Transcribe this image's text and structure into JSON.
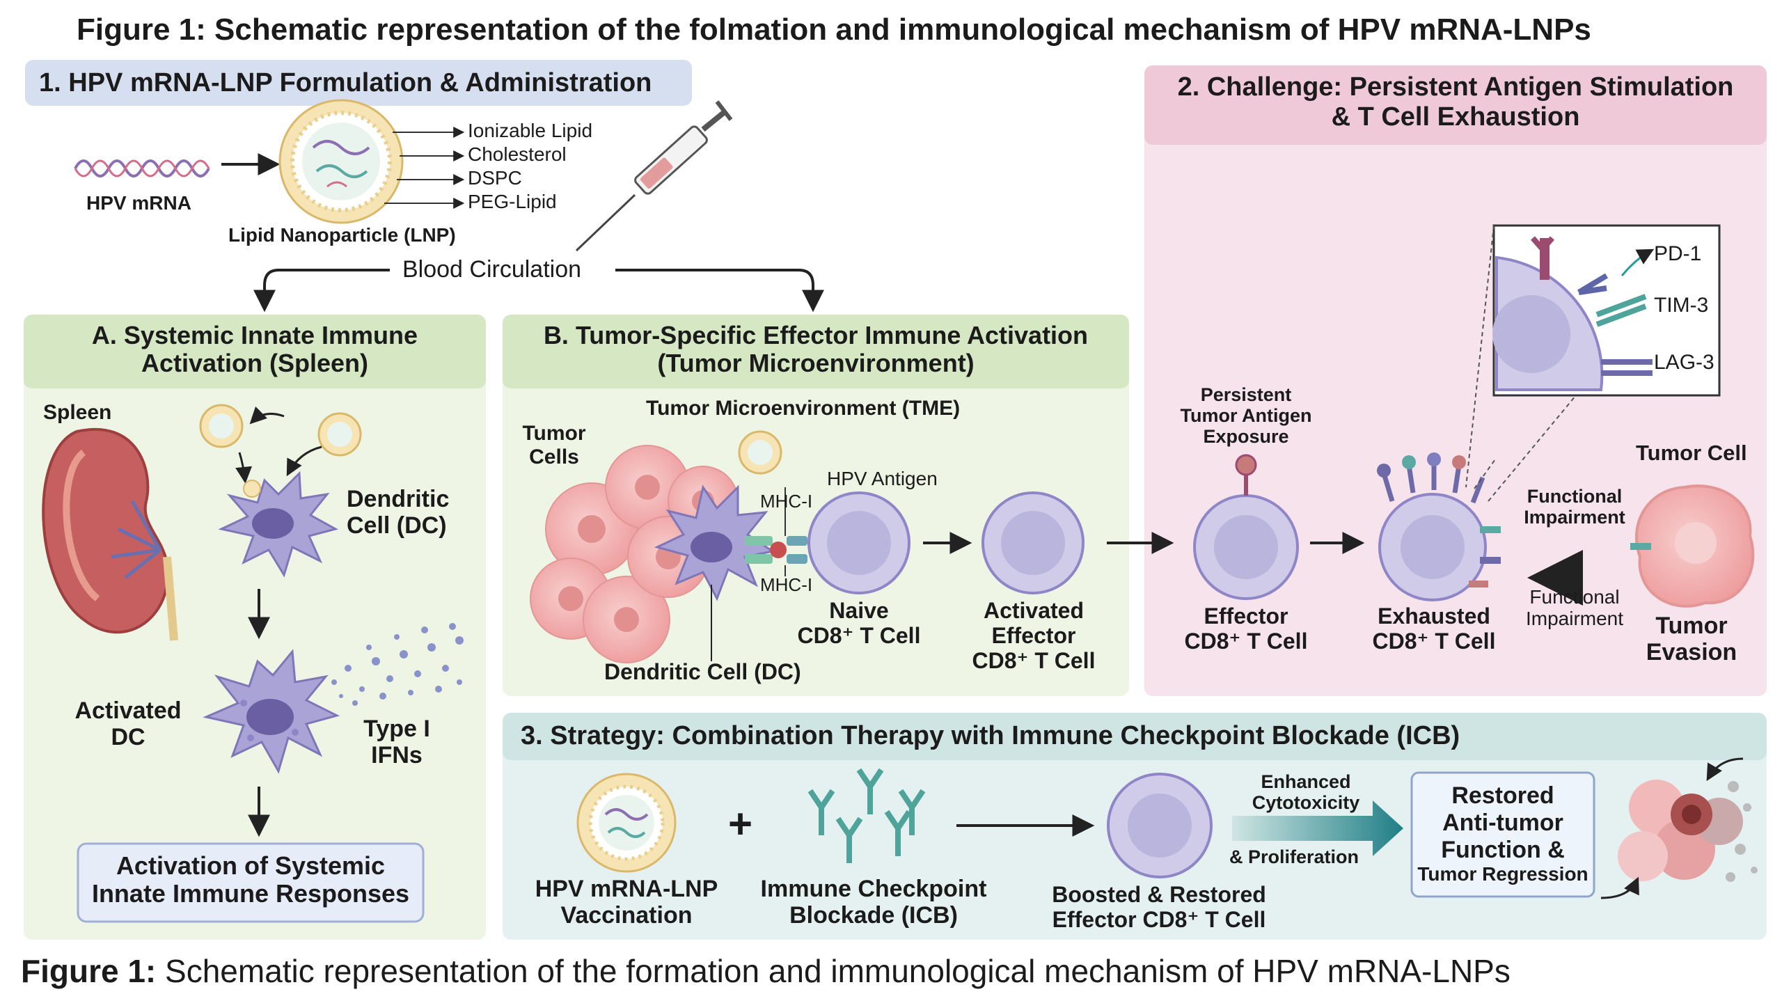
{
  "title": "Figure 1: Schematic representation of the folmation and immunological mechanism of HPV mRNA-LNPs",
  "caption": {
    "label": "Figure 1:",
    "text": "Schematic representation of the formation and immunological mechanism of HPV mRNA-LNPs"
  },
  "section1": {
    "header": "1. HPV mRNA-LNP Formulation & Administration",
    "mrna_label": "HPV mRNA",
    "lnp_label": "Lipid Nanoparticle (LNP)",
    "components": [
      "Ionizable Lipid",
      "Cholesterol",
      "DSPC",
      "PEG-Lipid"
    ],
    "circulation": "Blood Circulation"
  },
  "panelA": {
    "header_line1": "A. Systemic Innate Immune",
    "header_line2": "Activation (Spleen)",
    "spleen": "Spleen",
    "dc_line1": "Dendritic",
    "dc_line2": "Cell (DC)",
    "adc_line1": "Activated",
    "adc_line2": "DC",
    "ifn_line1": "Type I",
    "ifn_line2": "IFNs",
    "result_line1": "Activation of Systemic",
    "result_line2": "Innate Immune Responses"
  },
  "panelB": {
    "header_line1": "B. Tumor-Specific Effector Immune Activation",
    "header_line2": "(Tumor Microenvironment)",
    "tme": "Tumor Microenvironment (TME)",
    "tumor_line1": "Tumor",
    "tumor_line2": "Cells",
    "hpv_antigen": "HPV Antigen",
    "mhc_top": "MHC-I",
    "mhc_bottom": "MHC-I",
    "naive_line1": "Naive",
    "naive_line2": "CD8⁺ T Cell",
    "dc": "Dendritic Cell (DC)",
    "act_line1": "Activated",
    "act_line2": "Effector",
    "act_line3": "CD8⁺ T Cell"
  },
  "section2": {
    "header_line1": "2. Challenge: Persistent Antigen Stimulation",
    "header_line2": "& T Cell Exhaustion",
    "persistent_line1": "Persistent",
    "persistent_line2": "Tumor Antigen",
    "persistent_line3": "Exposure",
    "effector_line1": "Effector",
    "effector_line2": "CD8⁺ T Cell",
    "exhausted_line1": "Exhausted",
    "exhausted_line2": "CD8⁺ T Cell",
    "tumor_cell": "Tumor Cell",
    "impair_top_line1": "Functional",
    "impair_top_line2": "Impairment",
    "impair_bottom_line1": "Functional",
    "impair_bottom_line2": "Impairment",
    "evasion_line1": "Tumor",
    "evasion_line2": "Evasion",
    "receptors": [
      "PD-1",
      "TIM-3",
      "LAG-3"
    ]
  },
  "section3": {
    "header": "3. Strategy: Combination Therapy with Immune Checkpoint Blockade (ICB)",
    "vaccine_line1": "HPV mRNA-LNP",
    "vaccine_line2": "Vaccination",
    "plus": "+",
    "icb_line1": "Immune Checkpoint",
    "icb_line2": "Blockade (ICB)",
    "boosted_line1": "Boosted & Restored",
    "boosted_line2": "Effector CD8⁺ T Cell",
    "enhanced_line1": "Enhanced",
    "enhanced_line2": "Cytotoxicity",
    "proliferation": "& Proliferation",
    "restored_line1": "Restored",
    "restored_line2": "Anti-tumor",
    "restored_line3": "Function &",
    "restored_line4": "Tumor Regression"
  },
  "colors": {
    "section1_header": "#d6dff0",
    "panel_green": "#eef5e4",
    "panel_green_header": "#d5e8c3",
    "section2_bg": "#f6e3ec",
    "section2_header": "#f0c9d9",
    "section3_bg": "#e5f1f1",
    "section3_header": "#cfe5e3",
    "tcell": "#b9b5dc",
    "tumor": "#f2b4b4",
    "dc": "#aaa3d6"
  }
}
